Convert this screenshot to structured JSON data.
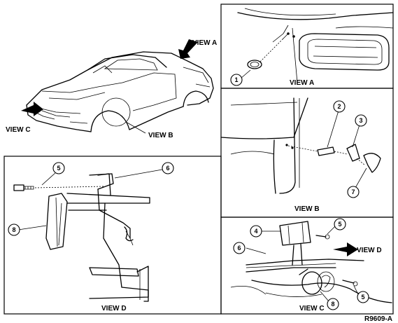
{
  "figure_id": "R9609-A",
  "views": {
    "a": "VIEW A",
    "b": "VIEW B",
    "c": "VIEW C",
    "d": "VIEW D"
  },
  "callouts": {
    "one": "1",
    "two": "2",
    "three": "3",
    "four": "4",
    "five": "5",
    "six": "6",
    "seven": "7",
    "eight": "8"
  }
}
